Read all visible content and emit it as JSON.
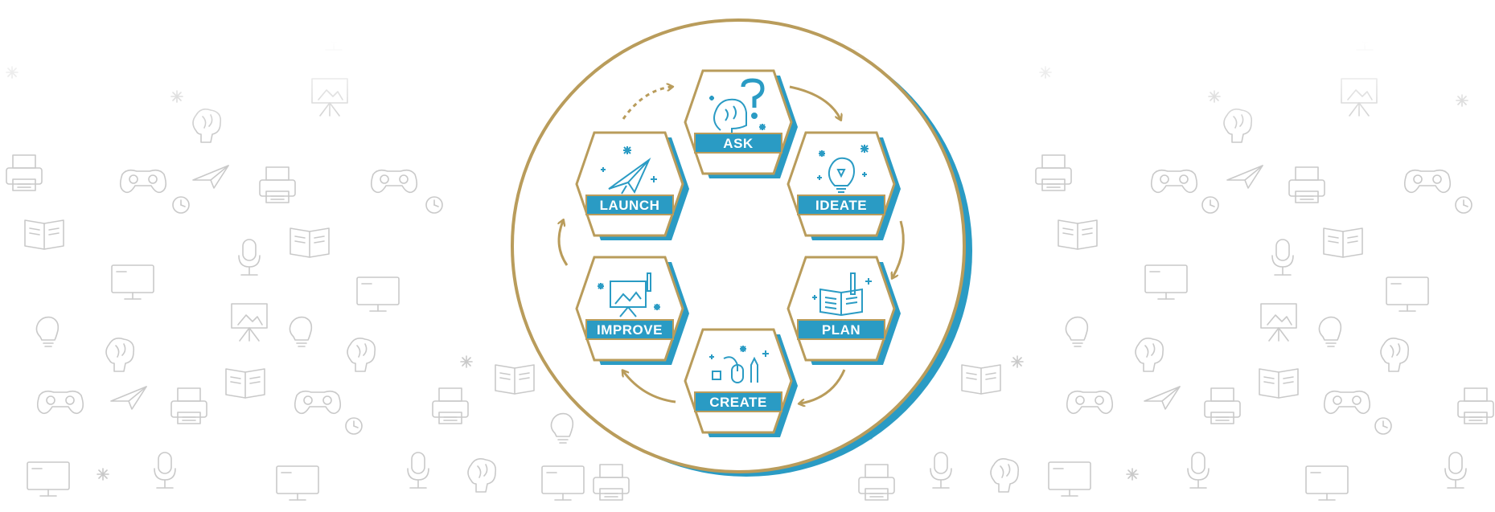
{
  "colors": {
    "gold": "#b99c5b",
    "blue": "#2a9bc4",
    "pattern": "#c9c9c9"
  },
  "stages": [
    {
      "label": "ASK",
      "icon": "brain-question-icon"
    },
    {
      "label": "IDEATE",
      "icon": "lightbulb-icon"
    },
    {
      "label": "PLAN",
      "icon": "notebook-pencil-icon"
    },
    {
      "label": "CREATE",
      "icon": "tools-mouse-icon"
    },
    {
      "label": "IMPROVE",
      "icon": "easel-chart-icon"
    },
    {
      "label": "LAUNCH",
      "icon": "paper-plane-icon"
    }
  ]
}
